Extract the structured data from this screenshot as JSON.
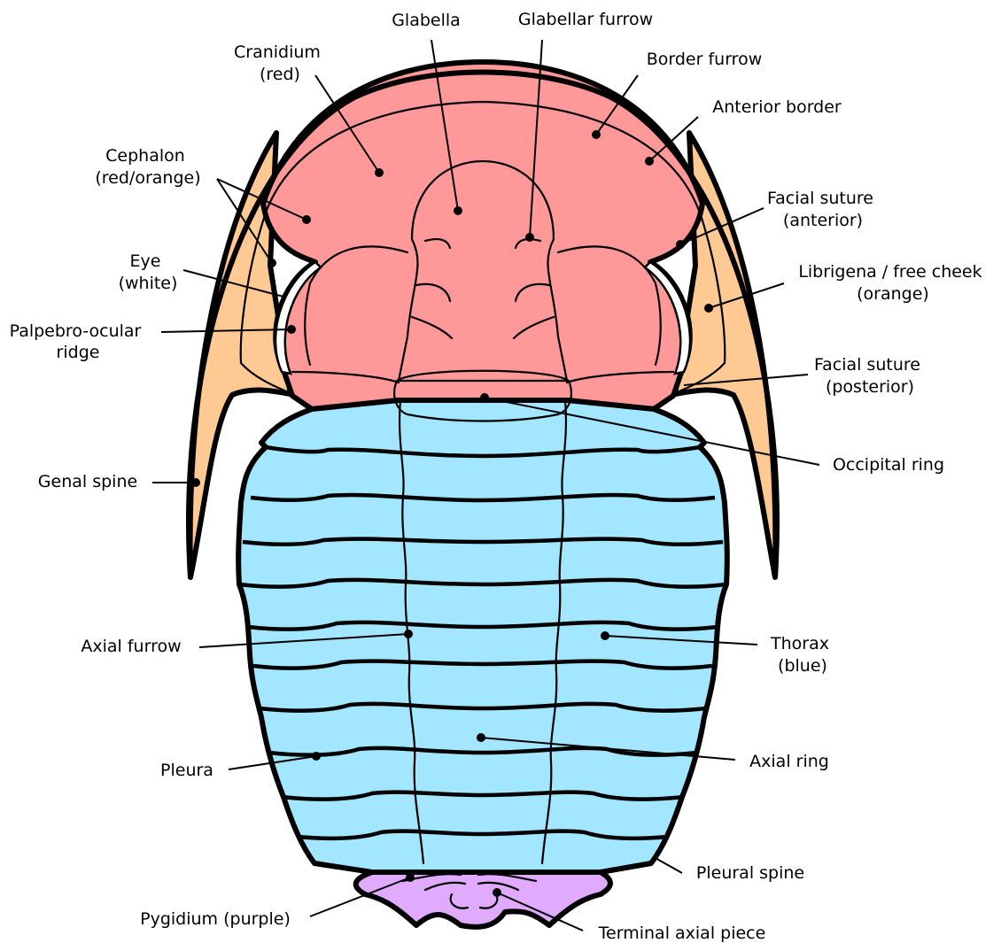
{
  "colors": {
    "cranidium": "#ff9999",
    "librigena": "#ffc994",
    "thorax": "#a2e6ff",
    "pygidium": "#e0aaff",
    "eye": "#ffffff",
    "outline": "#000000"
  },
  "labels": {
    "glabella": "Glabella",
    "glabellar_furrow": "Glabellar furrow",
    "cranidium": [
      "Cranidium",
      "(red)"
    ],
    "border_furrow": "Border furrow",
    "anterior_border": "Anterior border",
    "cephalon": [
      "Cephalon",
      "(red/orange)"
    ],
    "facial_suture_anterior": [
      "Facial suture",
      "(anterior)"
    ],
    "eye": [
      "Eye",
      "(white)"
    ],
    "librigena": [
      "Librigena / free cheek",
      "(orange)"
    ],
    "palpebro_ocular_ridge": [
      "Palpebro-ocular",
      "ridge"
    ],
    "facial_suture_posterior": [
      "Facial suture",
      "(posterior)"
    ],
    "occipital_ring": "Occipital ring",
    "genal_spine": "Genal spine",
    "axial_furrow": "Axial furrow",
    "thorax": [
      "Thorax",
      "(blue)"
    ],
    "axial_ring": "Axial ring",
    "pleura": "Pleura",
    "pleural_spine": "Pleural spine",
    "pygidium": "Pygidium (purple)",
    "terminal_axial_piece": "Terminal axial piece"
  }
}
